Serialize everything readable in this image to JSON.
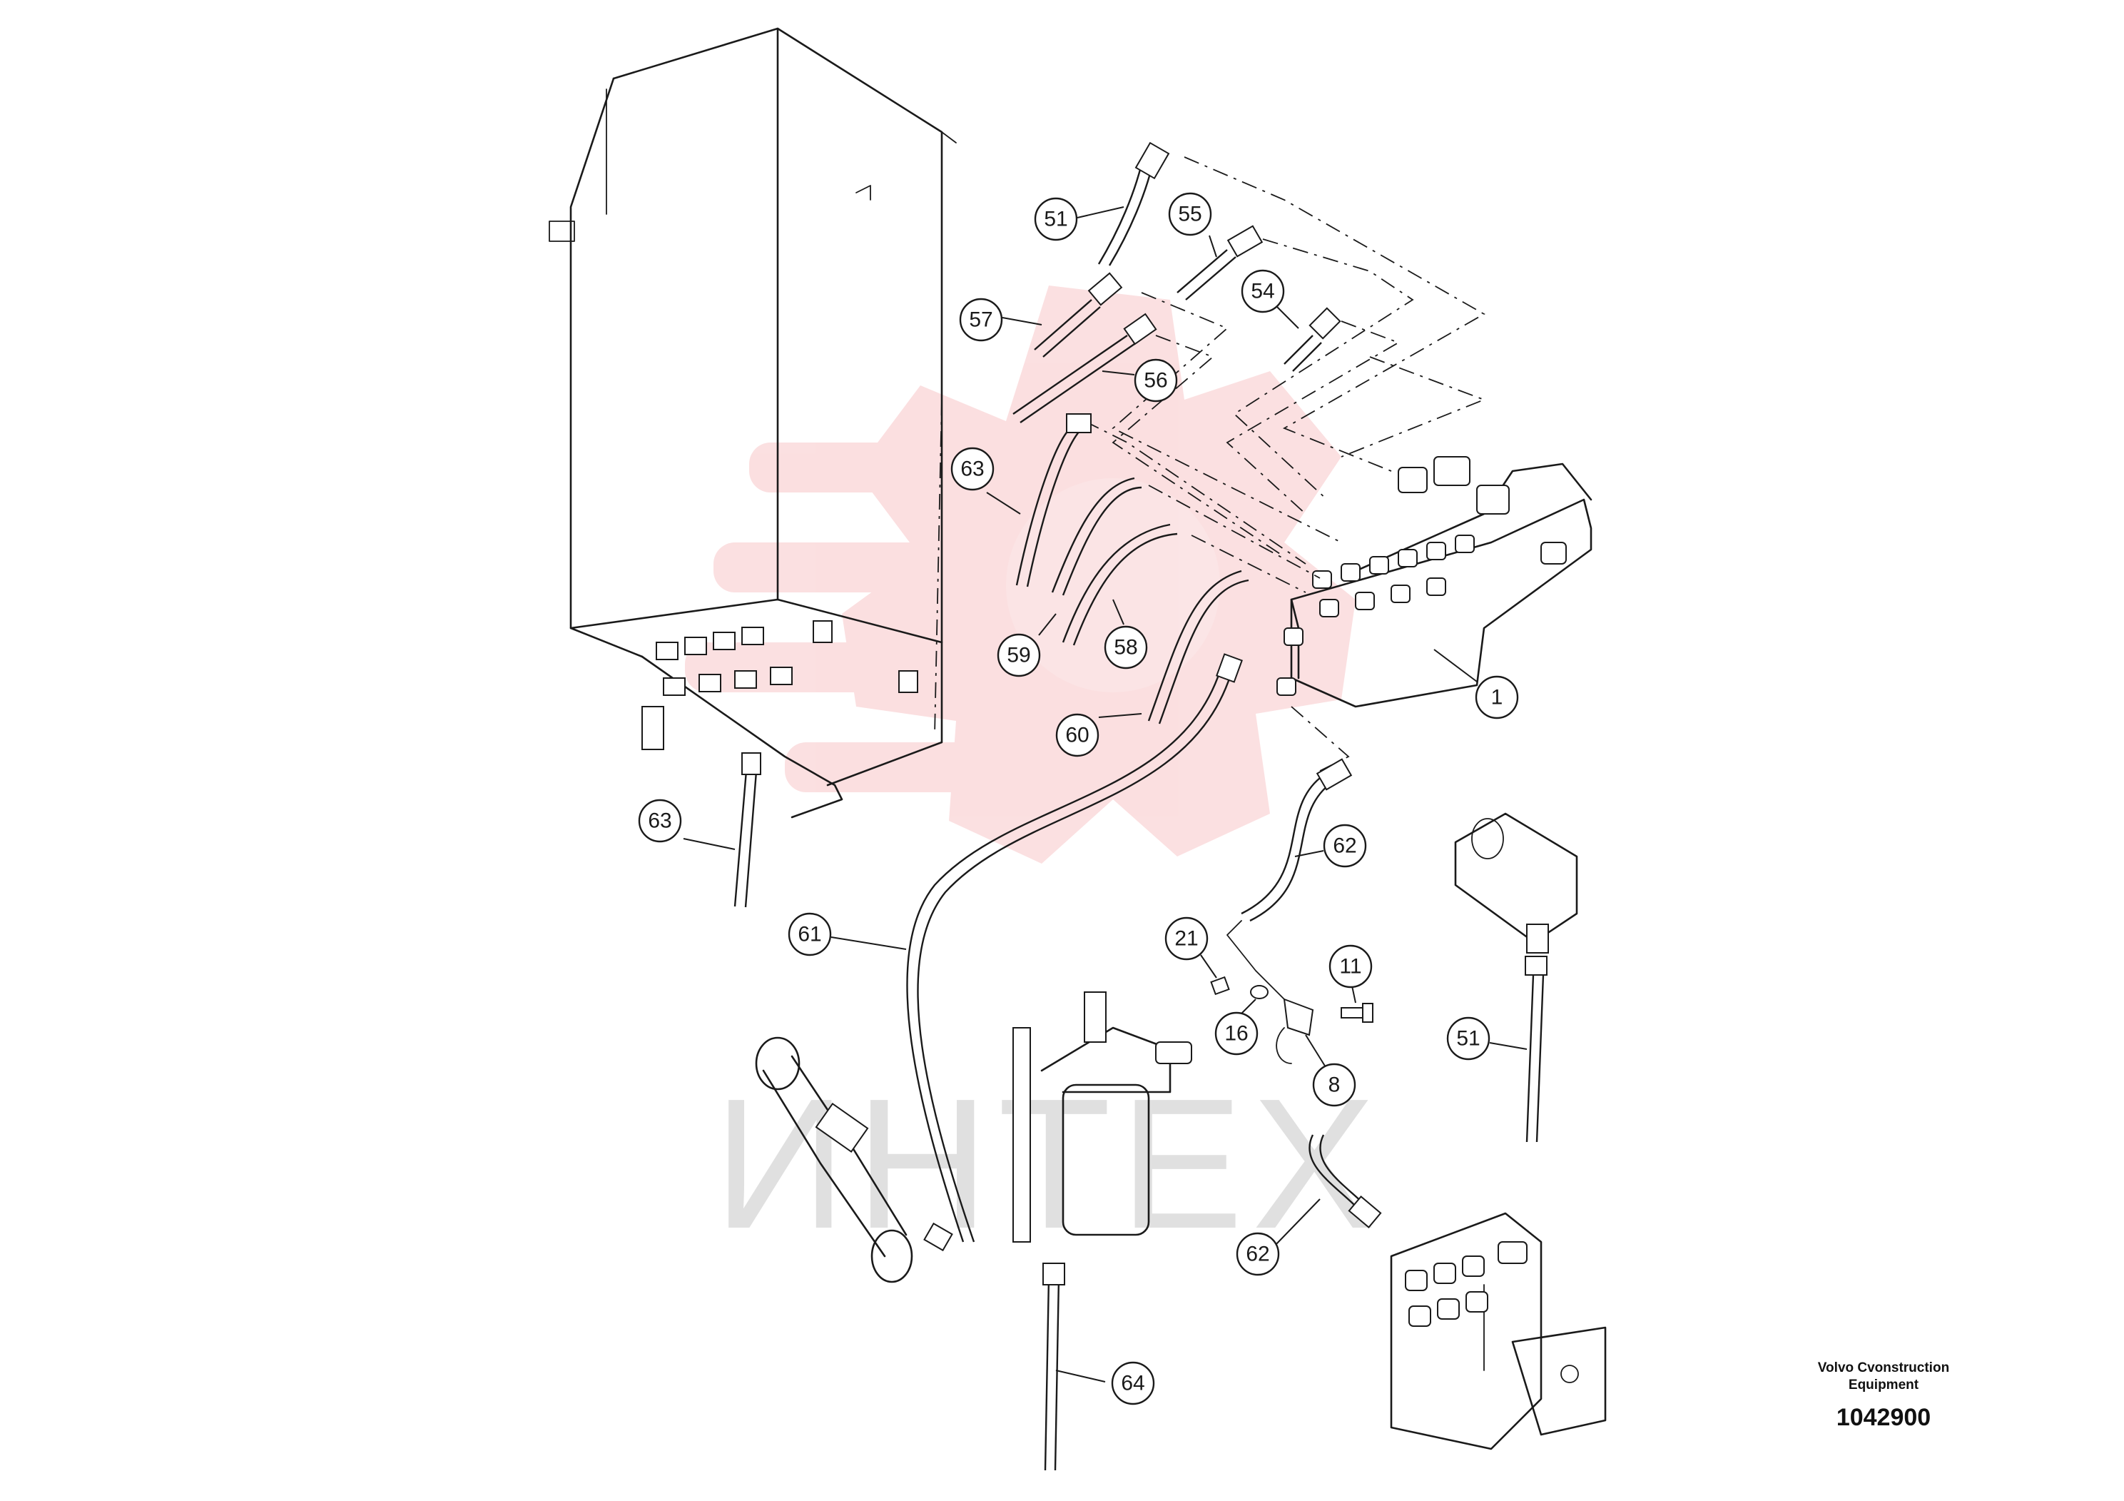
{
  "watermark": {
    "text": "ИНТЕХ",
    "color": "#e8474f"
  },
  "callouts": [
    {
      "label": "51"
    },
    {
      "label": "55"
    },
    {
      "label": "54"
    },
    {
      "label": "57"
    },
    {
      "label": "56"
    },
    {
      "label": "63"
    },
    {
      "label": "59"
    },
    {
      "label": "58"
    },
    {
      "label": "60"
    },
    {
      "label": "1"
    },
    {
      "label": "62"
    },
    {
      "label": "63"
    },
    {
      "label": "61"
    },
    {
      "label": "21"
    },
    {
      "label": "11"
    },
    {
      "label": "16"
    },
    {
      "label": "8"
    },
    {
      "label": "51"
    },
    {
      "label": "62"
    },
    {
      "label": "64"
    }
  ],
  "caption": {
    "manufacturer_line1": "Volvo Cvonstruction",
    "manufacturer_line2": "Equipment",
    "drawing_number": "1042900"
  }
}
